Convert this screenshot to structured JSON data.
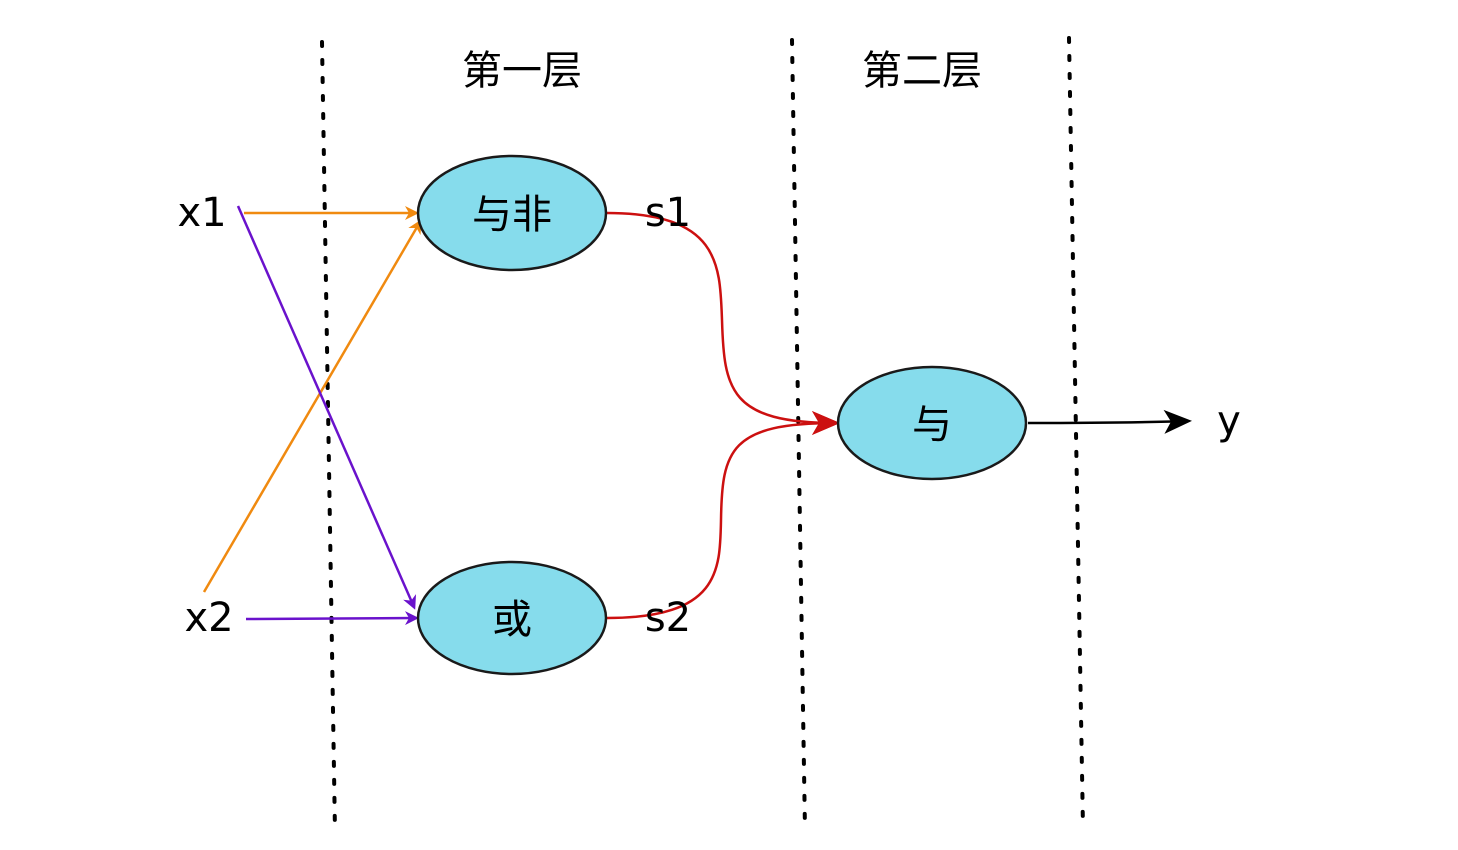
{
  "layers": [
    {
      "label": "第一层"
    },
    {
      "label": "第二层"
    }
  ],
  "inputs": [
    {
      "id": "x1",
      "label": "x1"
    },
    {
      "id": "x2",
      "label": "x2"
    }
  ],
  "nodes": [
    {
      "id": "nand",
      "label": "与非"
    },
    {
      "id": "or",
      "label": "或"
    },
    {
      "id": "and",
      "label": "与"
    }
  ],
  "intermediate": [
    {
      "id": "s1",
      "label": "s1"
    },
    {
      "id": "s2",
      "label": "s2"
    }
  ],
  "output": {
    "label": "y"
  },
  "colors": {
    "node_fill": "#86dcec",
    "node_stroke": "#1a1a1a",
    "x1_to_nand": "#f08a10",
    "x2_to_nand": "#f08a10",
    "x1_to_or": "#6a12cc",
    "x2_to_or": "#6a12cc",
    "hidden_to_out": "#cc1010",
    "out_arrow": "#000000",
    "divider": "#000000"
  }
}
